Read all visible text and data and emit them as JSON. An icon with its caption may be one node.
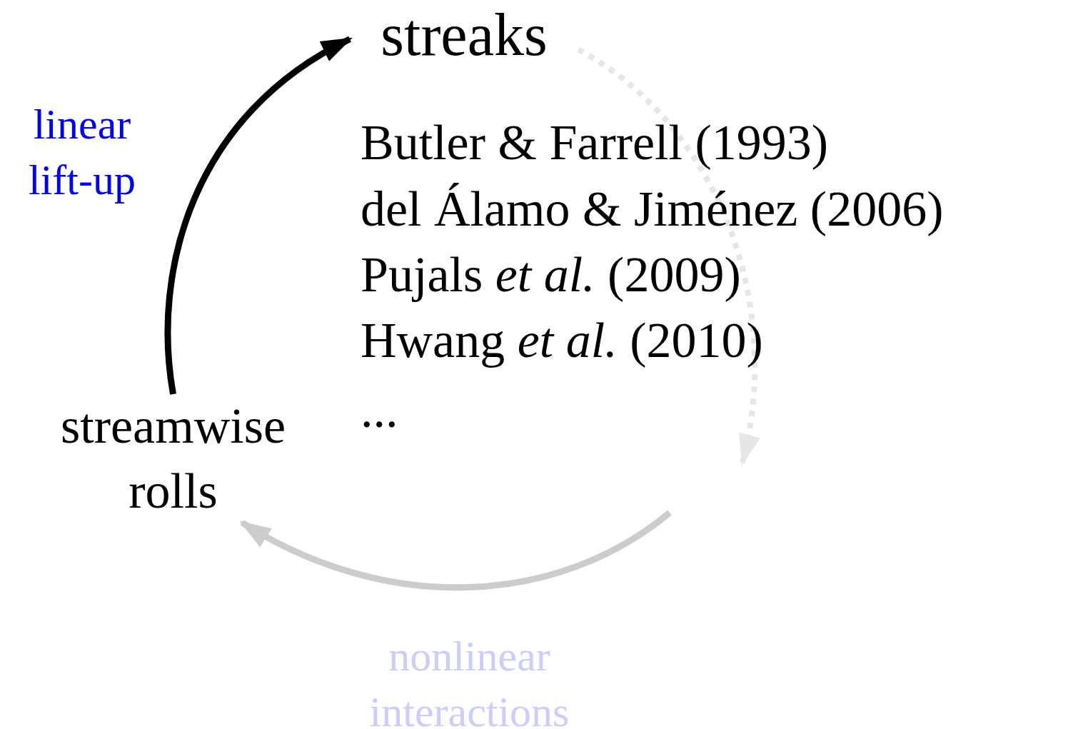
{
  "diagram": {
    "nodes": [
      {
        "text": [
          "streaks"
        ]
      },
      {
        "text": [
          "streamwise rolls"
        ]
      }
    ],
    "edges": [
      {
        "from": 1,
        "to": 0,
        "arrow": "to",
        "label": "linear lift-up"
      },
      {
        "from": 0,
        "to": null,
        "arrow": "to",
        "style": "dashed",
        "color": "#e6e6e6"
      },
      {
        "from": null,
        "to": 1,
        "arrow": "to",
        "color": "#cccccc",
        "label": "nonlinear interactions"
      }
    ],
    "labels": [
      "Butler & Farrell (1993)",
      "del Álamo & Jiménez (2006)",
      "Pujals *et al.* (2009)",
      "Hwang *et al.* (2010)",
      "..."
    ]
  }
}
